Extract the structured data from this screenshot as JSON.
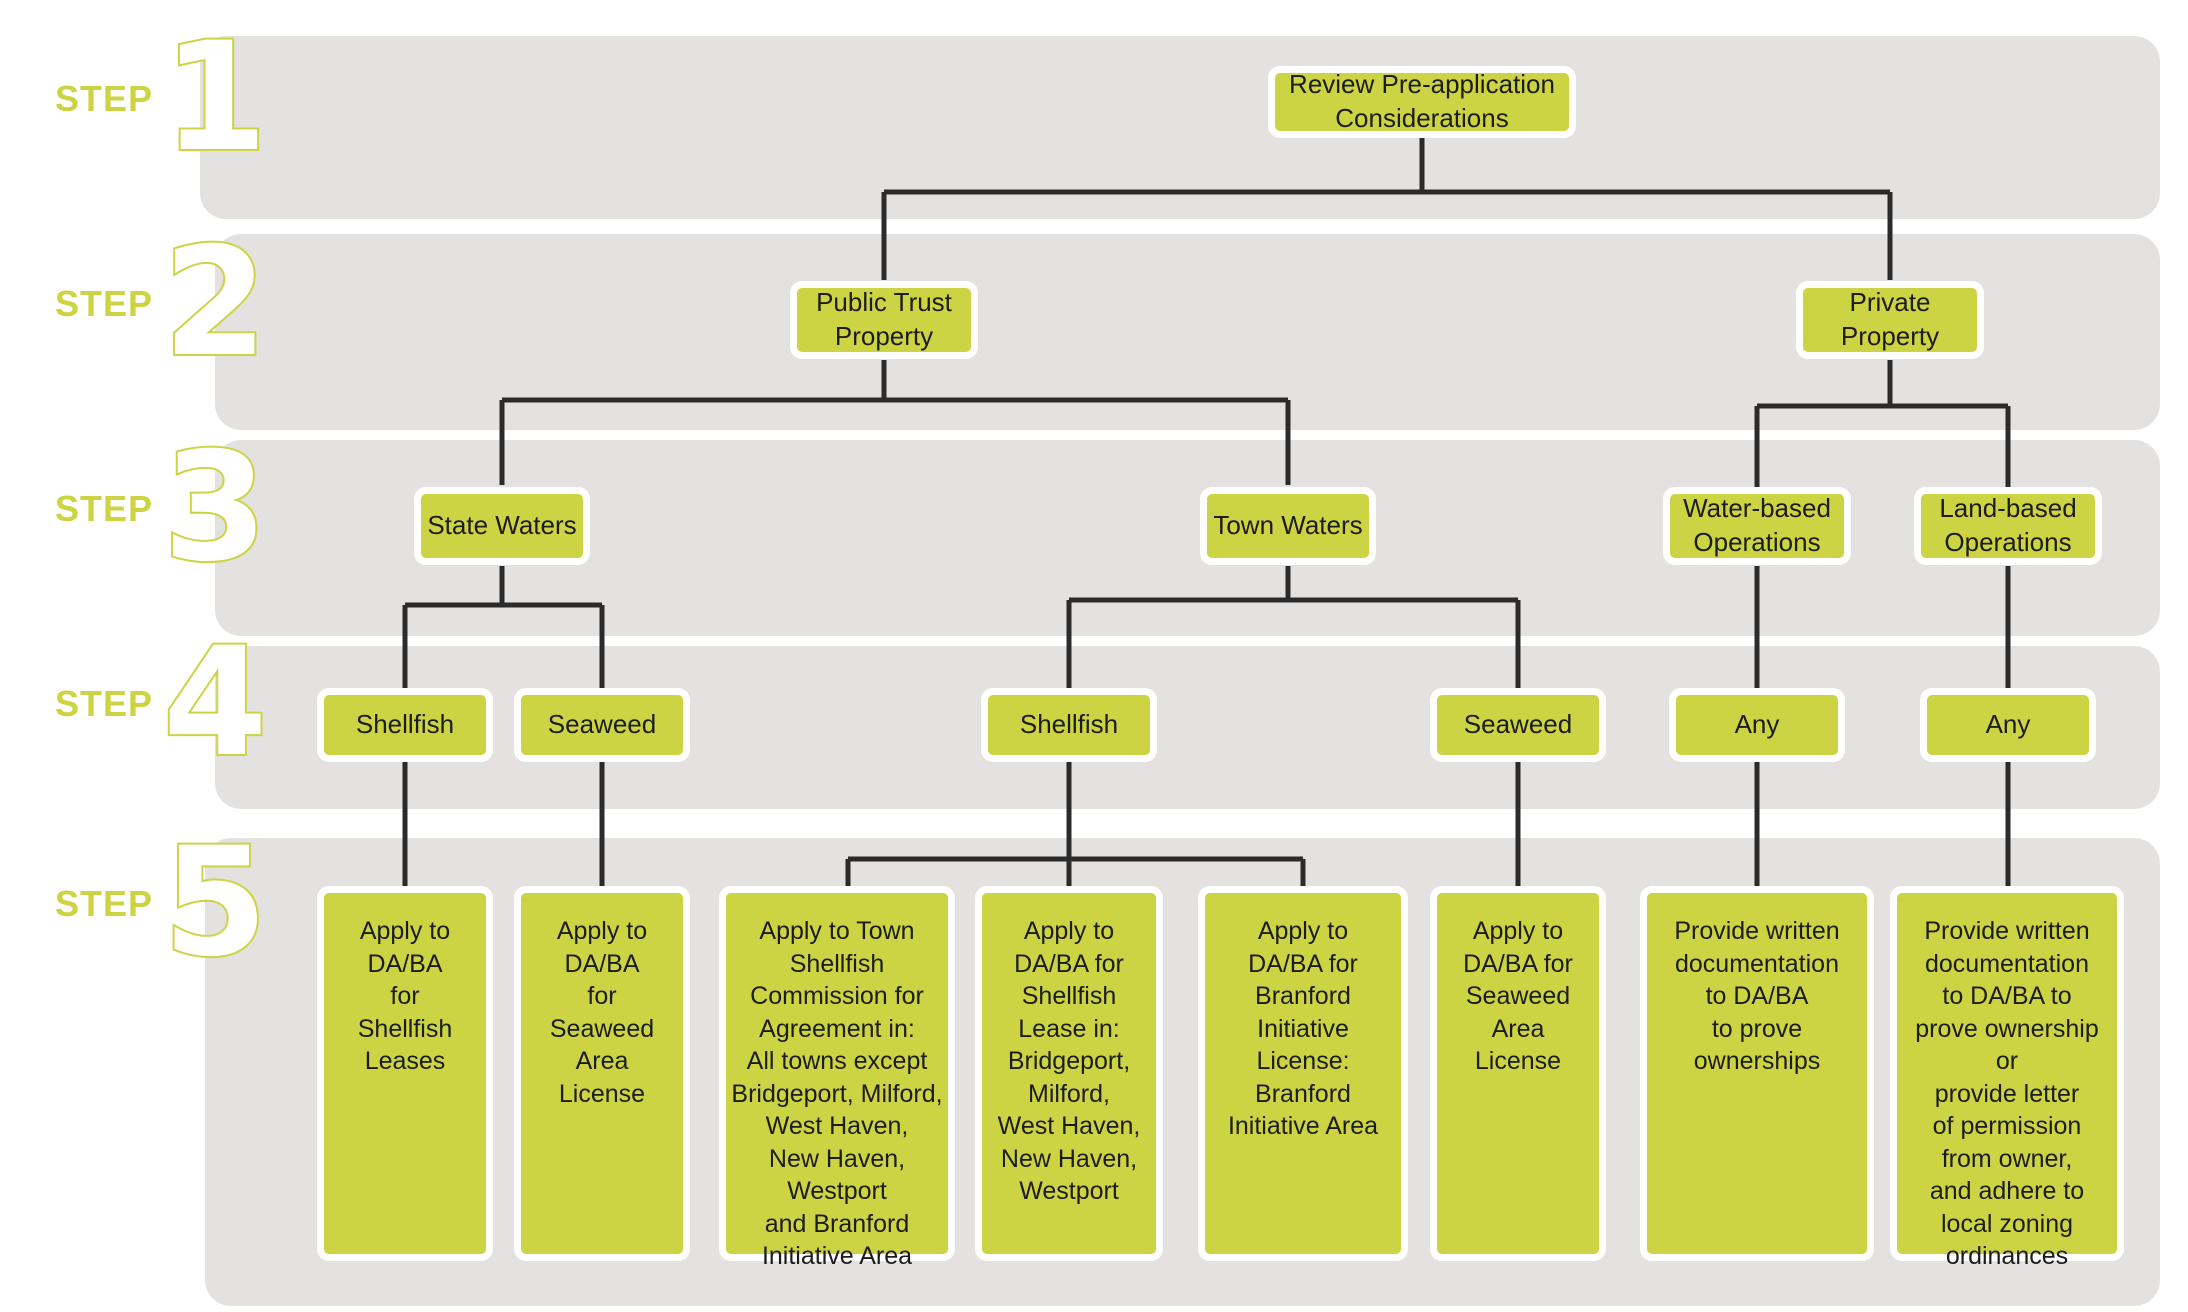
{
  "diagram": {
    "title": "Aquaculture Permitting Steps Flowchart",
    "step_word": "STEP",
    "colors": {
      "node_fill": "#ccd444",
      "node_border": "#ffffff",
      "band_bg": "#e3e2e0",
      "connector": "#2b2b2b",
      "accent": "#ccd444",
      "text": "#1c1c1c"
    },
    "steps": [
      {
        "word": "STEP",
        "number": "1"
      },
      {
        "word": "STEP",
        "number": "2"
      },
      {
        "word": "STEP",
        "number": "3"
      },
      {
        "word": "STEP",
        "number": "4"
      },
      {
        "word": "STEP",
        "number": "5"
      }
    ]
  },
  "nodes": {
    "step1": {
      "review": "Review Pre-application\nConsiderations"
    },
    "step2": {
      "public_trust": "Public Trust\nProperty",
      "private": "Private\nProperty"
    },
    "step3": {
      "state_waters": "State Waters",
      "town_waters": "Town Waters",
      "water_based": "Water-based\nOperations",
      "land_based": "Land-based\nOperations"
    },
    "step4": {
      "state_shellfish": "Shellfish",
      "state_seaweed": "Seaweed",
      "town_shellfish": "Shellfish",
      "town_seaweed": "Seaweed",
      "water_any": "Any",
      "land_any": "Any"
    },
    "step5": {
      "a": "Apply to\nDA/BA\nfor\nShellfish\nLeases",
      "b": "Apply to\nDA/BA\nfor\nSeaweed\nArea\nLicense",
      "c": "Apply to Town\nShellfish\nCommission for\nAgreement in:\nAll towns except\nBridgeport, Milford,\nWest Haven,\nNew Haven,\nWestport\nand Branford\nInitiative Area",
      "d": "Apply to\nDA/BA for\nShellfish\nLease in:\nBridgeport,\nMilford,\nWest Haven,\nNew Haven,\nWestport",
      "e": "Apply to\nDA/BA for\nBranford\nInitiative\nLicense:\nBranford\nInitiative Area",
      "f": "Apply to\nDA/BA for\nSeaweed\nArea\nLicense",
      "g": "Provide written\ndocumentation\nto DA/BA\nto prove\nownerships",
      "h": "Provide written\ndocumentation\nto DA/BA to\nprove ownership or\nprovide  letter\nof permission\nfrom owner,\nand adhere to\nlocal zoning\nordinances"
    }
  }
}
